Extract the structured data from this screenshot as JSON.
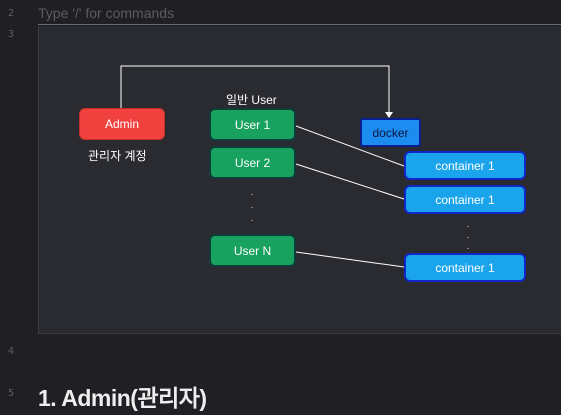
{
  "editor": {
    "line_numbers": [
      "2",
      "3",
      "4",
      "5"
    ],
    "placeholder": "Type '/' for commands",
    "heading": "1. Admin(관리자)"
  },
  "diagram": {
    "admin": {
      "label": "Admin",
      "caption": "관리자 계정"
    },
    "users_caption": "일반 User",
    "users": [
      "User 1",
      "User 2",
      "User N"
    ],
    "docker": "docker",
    "containers": [
      "container 1",
      "container 1",
      "container 1"
    ],
    "ellipsis_glyph": "."
  },
  "colors": {
    "admin": "#f0413f",
    "user": "#18a15f",
    "docker": "#1d8cf0",
    "container": "#1aa4ec",
    "connector": "#ffffff"
  }
}
